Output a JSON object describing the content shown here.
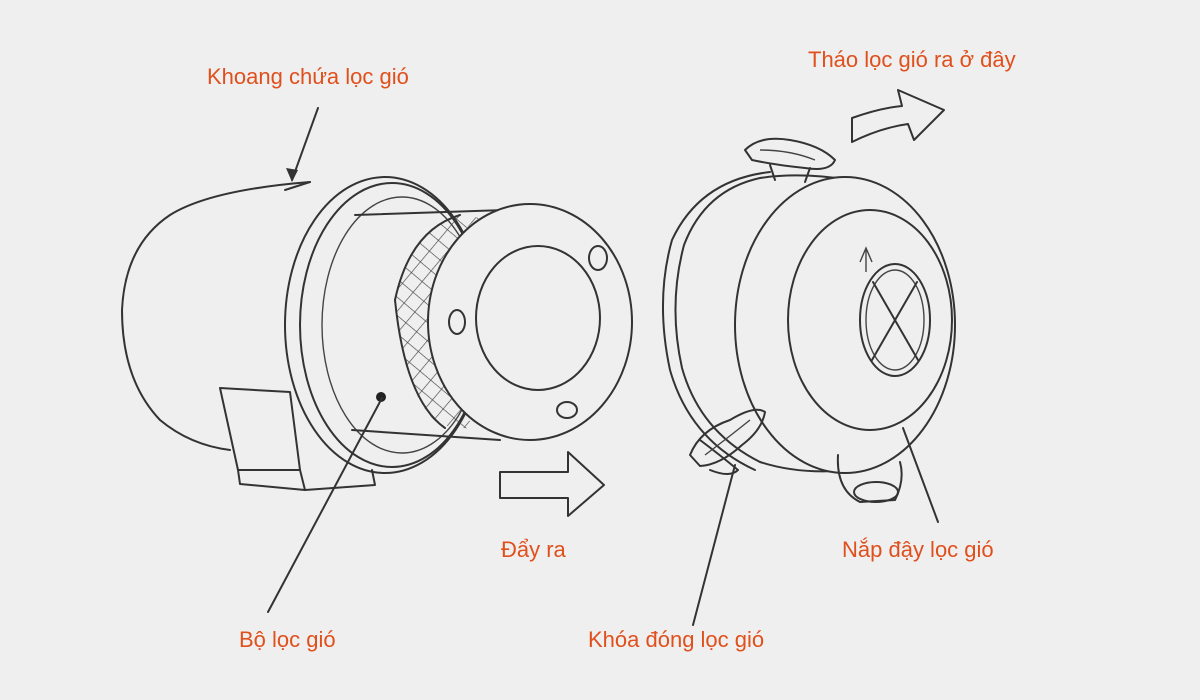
{
  "colors": {
    "background": "#efefef",
    "label": "#e0501c",
    "line": "#333333"
  },
  "labels": {
    "khoang": "Khoang chứa lọc gió",
    "thao": "Tháo lọc gió ra ở đây",
    "day_ra": "Đẩy ra",
    "nap": "Nắp đậy lọc gió",
    "bo_loc": "Bộ lọc gió",
    "khoa": "Khóa đóng lọc gió"
  }
}
